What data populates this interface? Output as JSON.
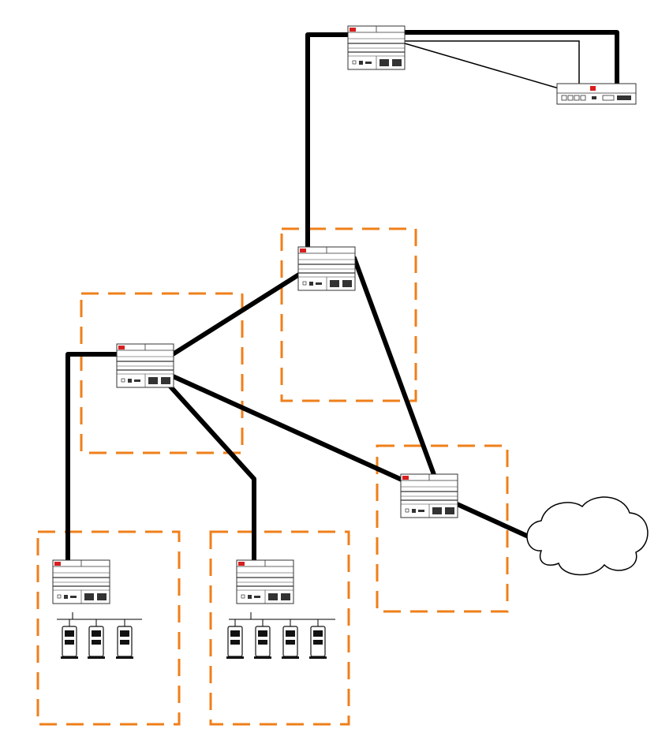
{
  "diagram": {
    "colors": {
      "zone": "#ef7f1a",
      "link": "#000000",
      "device_body": "#ffffff",
      "device_outline": "#333333",
      "device_accent": "#d81e1e",
      "cloud_fill": "#ffffff"
    },
    "nodes": [
      {
        "id": "core-switch",
        "kind": "chassis-switch"
      },
      {
        "id": "edge-device",
        "kind": "desktop-switch"
      },
      {
        "id": "distribution-switch-a",
        "kind": "chassis-switch"
      },
      {
        "id": "distribution-switch-b",
        "kind": "chassis-switch"
      },
      {
        "id": "wan-switch",
        "kind": "chassis-switch"
      },
      {
        "id": "access-switch-1",
        "kind": "chassis-switch"
      },
      {
        "id": "access-switch-2",
        "kind": "chassis-switch"
      },
      {
        "id": "wan-cloud",
        "kind": "cloud"
      }
    ],
    "links": [
      {
        "from": "core-switch",
        "to": "edge-device",
        "style": "thick"
      },
      {
        "from": "core-switch",
        "to": "edge-device",
        "style": "thin"
      },
      {
        "from": "core-switch",
        "to": "distribution-switch-a",
        "style": "thick"
      },
      {
        "from": "distribution-switch-a",
        "to": "distribution-switch-b",
        "style": "thick"
      },
      {
        "from": "distribution-switch-a",
        "to": "wan-switch",
        "style": "thick"
      },
      {
        "from": "distribution-switch-b",
        "to": "access-switch-1",
        "style": "thick"
      },
      {
        "from": "distribution-switch-b",
        "to": "access-switch-2",
        "style": "thick"
      },
      {
        "from": "distribution-switch-b",
        "to": "wan-switch",
        "style": "thick"
      },
      {
        "from": "wan-switch",
        "to": "wan-cloud",
        "style": "thick"
      }
    ],
    "servers": {
      "access-switch-1": 3,
      "access-switch-2": 4
    }
  }
}
